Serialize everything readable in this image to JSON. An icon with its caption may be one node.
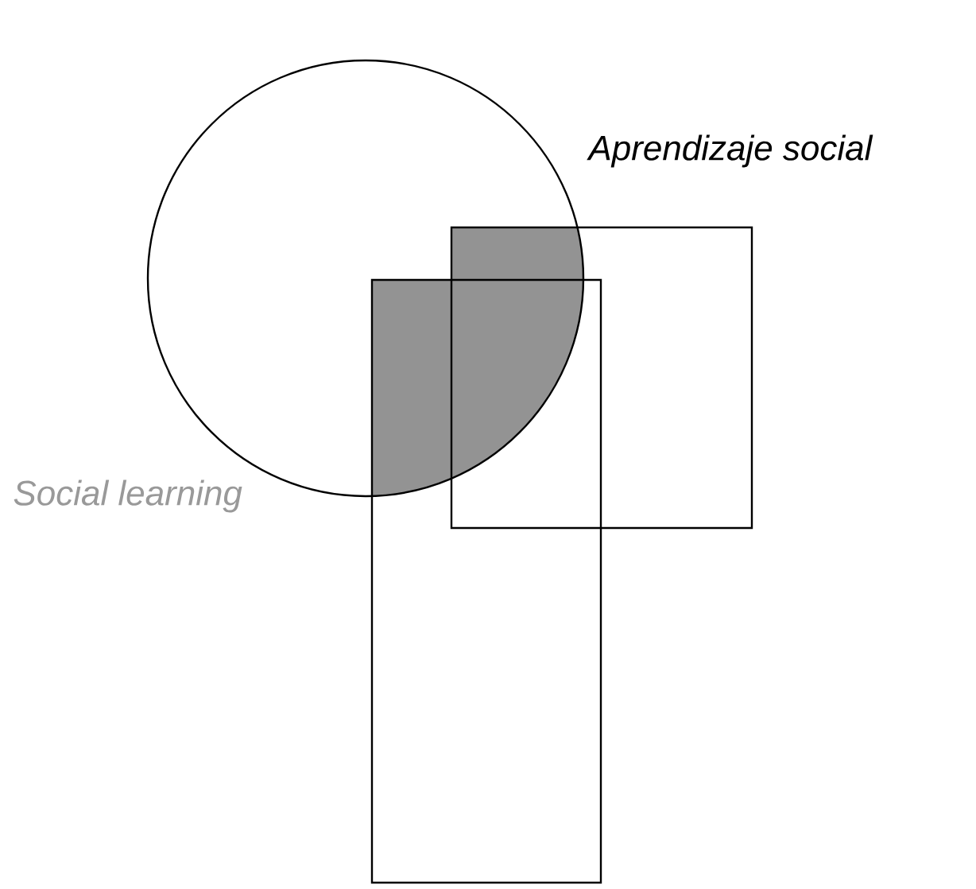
{
  "diagram": {
    "nodes": [
      {
        "text": [],
        "shape": "circle"
      },
      {
        "text": [],
        "shape": "box"
      },
      {
        "text": [],
        "shape": "box"
      }
    ],
    "labels": [
      "Aprendizaje social",
      "Social learning"
    ]
  }
}
